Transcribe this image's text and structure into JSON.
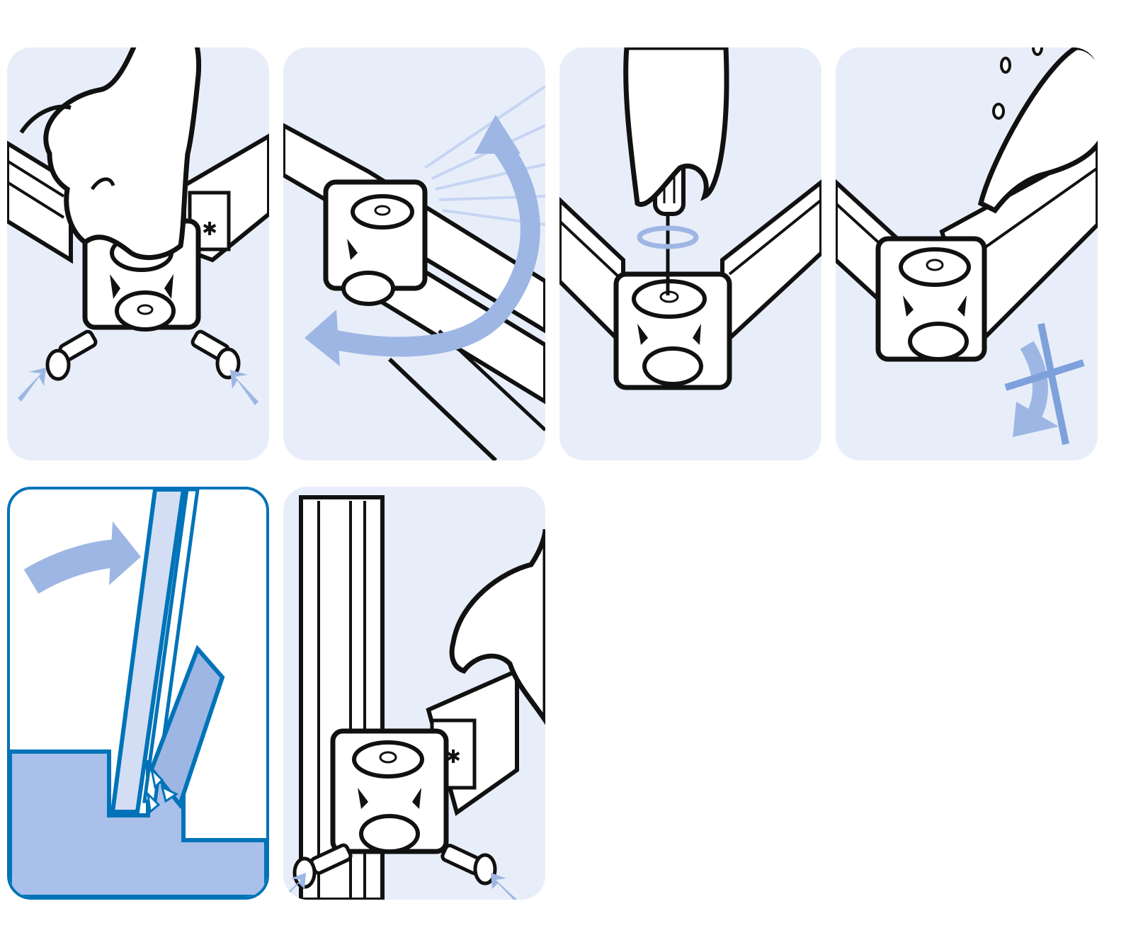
{
  "figure": {
    "steps": [
      {
        "id": "step-1",
        "icon": "insert-screws-icon"
      },
      {
        "id": "step-2",
        "icon": "rotate-profile-icon"
      },
      {
        "id": "step-3",
        "icon": "tighten-screw-icon"
      },
      {
        "id": "step-4",
        "icon": "no-rotation-icon"
      },
      {
        "id": "step-5",
        "icon": "cut-profile-detail-icon"
      },
      {
        "id": "step-6",
        "icon": "vertical-mount-icon"
      }
    ],
    "colors": {
      "panel_bg": "#e8eef9",
      "accent": "#9db6e4",
      "accent_dark": "#0073b8",
      "outline": "#111111",
      "detail_fill": "#a9c0ea"
    }
  }
}
